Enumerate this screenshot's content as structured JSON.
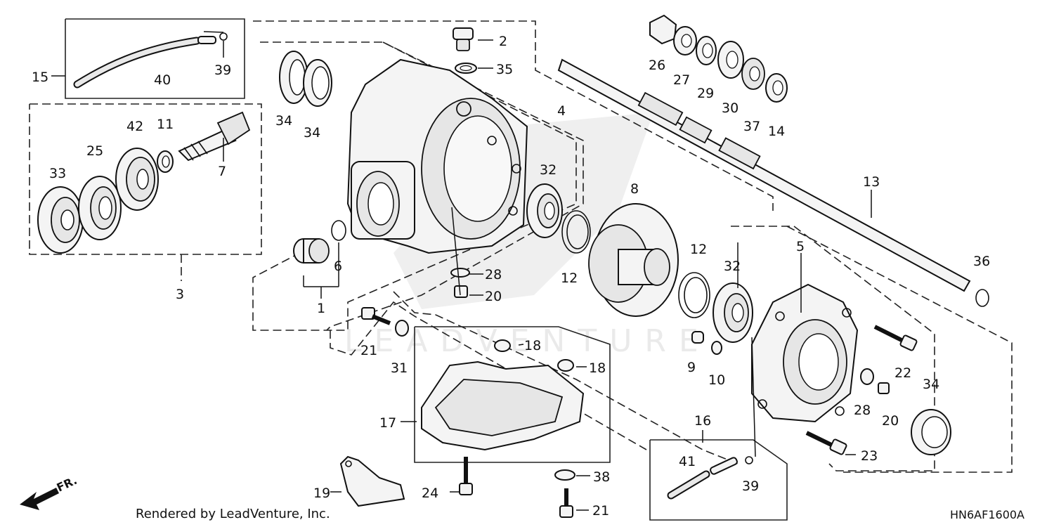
{
  "diagram": {
    "callouts": [
      {
        "id": "c1",
        "text": "1"
      },
      {
        "id": "c2",
        "text": "2"
      },
      {
        "id": "c3",
        "text": "3"
      },
      {
        "id": "c4",
        "text": "4"
      },
      {
        "id": "c5",
        "text": "5"
      },
      {
        "id": "c6",
        "text": "6"
      },
      {
        "id": "c7",
        "text": "7"
      },
      {
        "id": "c8",
        "text": "8"
      },
      {
        "id": "c9",
        "text": "9"
      },
      {
        "id": "c10",
        "text": "10"
      },
      {
        "id": "c11",
        "text": "11"
      },
      {
        "id": "c12a",
        "text": "12"
      },
      {
        "id": "c12b",
        "text": "12"
      },
      {
        "id": "c13",
        "text": "13"
      },
      {
        "id": "c14",
        "text": "14"
      },
      {
        "id": "c15",
        "text": "15"
      },
      {
        "id": "c16",
        "text": "16"
      },
      {
        "id": "c17",
        "text": "17"
      },
      {
        "id": "c18a",
        "text": "18"
      },
      {
        "id": "c18b",
        "text": "18"
      },
      {
        "id": "c19",
        "text": "19"
      },
      {
        "id": "c20a",
        "text": "20"
      },
      {
        "id": "c20b",
        "text": "20"
      },
      {
        "id": "c21a",
        "text": "21"
      },
      {
        "id": "c21b",
        "text": "21"
      },
      {
        "id": "c22",
        "text": "22"
      },
      {
        "id": "c23",
        "text": "23"
      },
      {
        "id": "c24",
        "text": "24"
      },
      {
        "id": "c25",
        "text": "25"
      },
      {
        "id": "c26",
        "text": "26"
      },
      {
        "id": "c27",
        "text": "27"
      },
      {
        "id": "c28a",
        "text": "28"
      },
      {
        "id": "c28b",
        "text": "28"
      },
      {
        "id": "c29",
        "text": "29"
      },
      {
        "id": "c30",
        "text": "30"
      },
      {
        "id": "c31",
        "text": "31"
      },
      {
        "id": "c32a",
        "text": "32"
      },
      {
        "id": "c32b",
        "text": "32"
      },
      {
        "id": "c33",
        "text": "33"
      },
      {
        "id": "c34a",
        "text": "34"
      },
      {
        "id": "c34b",
        "text": "34"
      },
      {
        "id": "c34c",
        "text": "34"
      },
      {
        "id": "c35",
        "text": "35"
      },
      {
        "id": "c36",
        "text": "36"
      },
      {
        "id": "c37",
        "text": "37"
      },
      {
        "id": "c38",
        "text": "38"
      },
      {
        "id": "c39a",
        "text": "39"
      },
      {
        "id": "c39b",
        "text": "39"
      },
      {
        "id": "c40",
        "text": "40"
      },
      {
        "id": "c41",
        "text": "41"
      },
      {
        "id": "c42",
        "text": "42"
      }
    ],
    "front_marker": "FR.",
    "credit": "Rendered by LeadVenture, Inc.",
    "diagram_code": "HN6AF1600A",
    "watermark": "LEADVENTURE"
  },
  "colors": {
    "line": "#111111",
    "fill_light": "#f4f4f4",
    "fill_mid": "#e6e6e6",
    "watermark": "#d9d9d9"
  }
}
